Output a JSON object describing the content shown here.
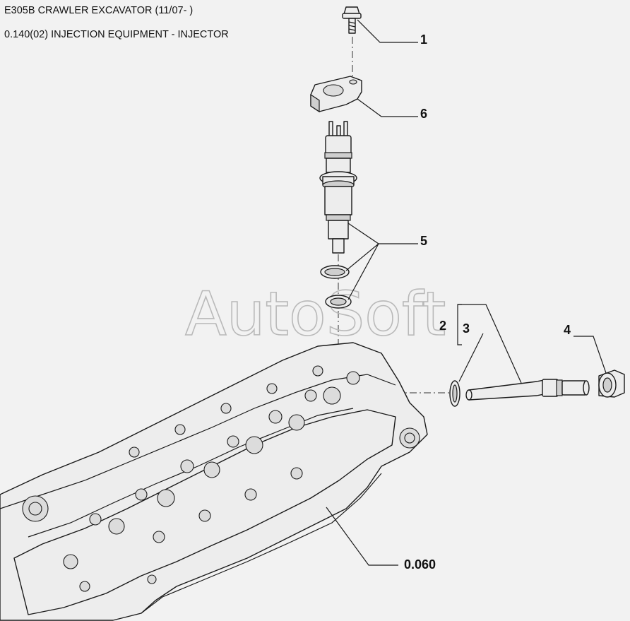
{
  "header": {
    "line1": "E305B CRAWLER EXCAVATOR (11/07- )",
    "line2": "0.140(02) INJECTION EQUIPMENT - INJECTOR"
  },
  "watermark": "AutoSoft",
  "callouts": {
    "c1": "1",
    "c6": "6",
    "c5": "5",
    "c2": "2",
    "c3": "3",
    "c4": "4",
    "ref": "0.060"
  }
}
